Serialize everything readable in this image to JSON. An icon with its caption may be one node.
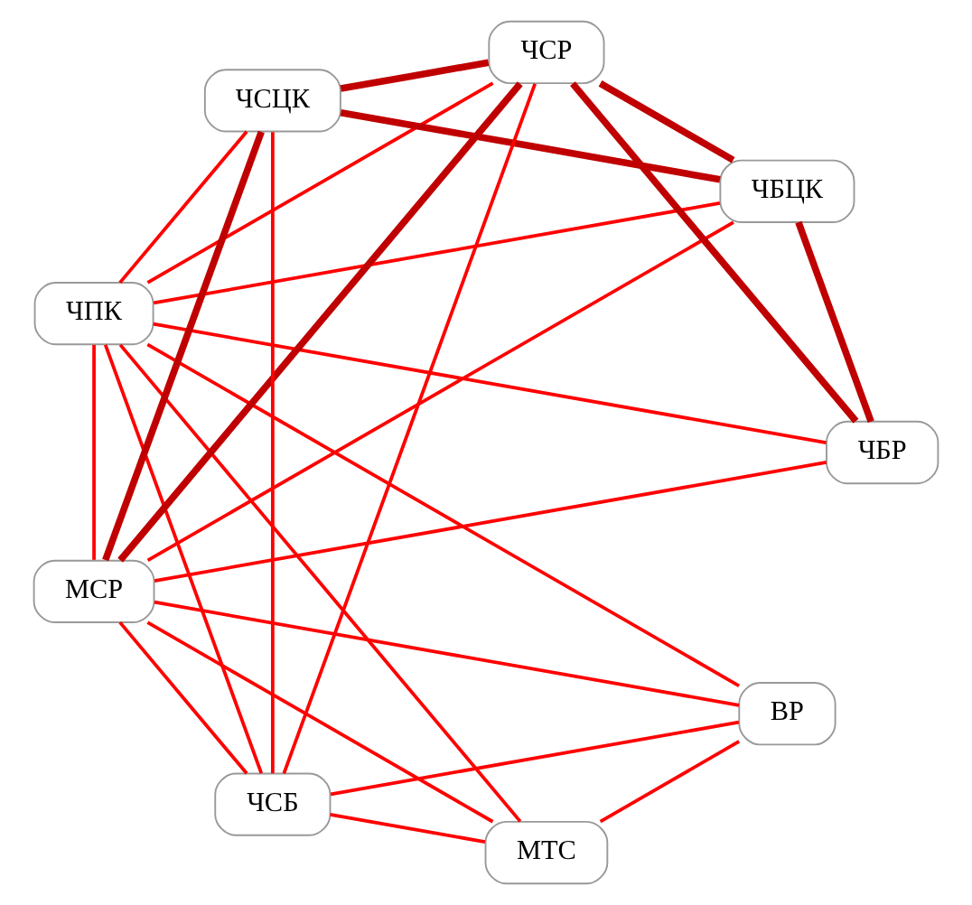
{
  "diagram": {
    "nodes": [
      {
        "text": [
          "ВР"
        ]
      },
      {
        "text": [
          "МТС"
        ]
      },
      {
        "text": [
          "ЧПК"
        ]
      },
      {
        "text": [
          "МСР"
        ]
      },
      {
        "text": [
          "ЧБЦК"
        ]
      },
      {
        "text": [
          "ЧСБ"
        ]
      },
      {
        "text": [
          "ЧБР"
        ]
      },
      {
        "text": [
          "ЧСР"
        ]
      },
      {
        "text": [
          "ЧСЦК"
        ]
      }
    ],
    "edges": [
      {
        "from": 0,
        "to": 1,
        "arrow": "none"
      },
      {
        "from": 0,
        "to": 2,
        "arrow": "none"
      },
      {
        "from": 0,
        "to": 3,
        "arrow": "none"
      },
      {
        "from": 0,
        "to": 5,
        "arrow": "none"
      },
      {
        "from": 1,
        "to": 2,
        "arrow": "none"
      },
      {
        "from": 1,
        "to": 3,
        "arrow": "none"
      },
      {
        "from": 1,
        "to": 5,
        "arrow": "none"
      },
      {
        "from": 2,
        "to": 3,
        "arrow": "none"
      },
      {
        "from": 2,
        "to": 4,
        "arrow": "none"
      },
      {
        "from": 2,
        "to": 5,
        "arrow": "none"
      },
      {
        "from": 2,
        "to": 7,
        "arrow": "none"
      },
      {
        "from": 2,
        "to": 8,
        "arrow": "none"
      },
      {
        "from": 2,
        "to": 6,
        "arrow": "none"
      },
      {
        "from": 3,
        "to": 4,
        "arrow": "none"
      },
      {
        "from": 3,
        "to": 5,
        "arrow": "none"
      },
      {
        "from": 3,
        "to": 7,
        "arrow": "none",
        "style": "thick",
        "color": "#c00000"
      },
      {
        "from": 3,
        "to": 8,
        "arrow": "none",
        "style": "thick",
        "color": "#c00000"
      },
      {
        "from": 3,
        "to": 6,
        "arrow": "none"
      },
      {
        "from": 4,
        "to": 6,
        "arrow": "none",
        "style": "thick",
        "color": "#c00000"
      },
      {
        "from": 4,
        "to": 8,
        "arrow": "none",
        "style": "thick",
        "color": "#c00000"
      },
      {
        "from": 4,
        "to": 7,
        "arrow": "none",
        "style": "thick",
        "color": "#c00000"
      },
      {
        "from": 6,
        "to": 7,
        "arrow": "none",
        "style": "thick",
        "color": "#c00000"
      },
      {
        "from": 5,
        "to": 7,
        "arrow": "none"
      },
      {
        "from": 5,
        "to": 8,
        "arrow": "none"
      },
      {
        "from": 7,
        "to": 8,
        "arrow": "none",
        "style": "thick",
        "color": "#c00000"
      }
    ]
  }
}
